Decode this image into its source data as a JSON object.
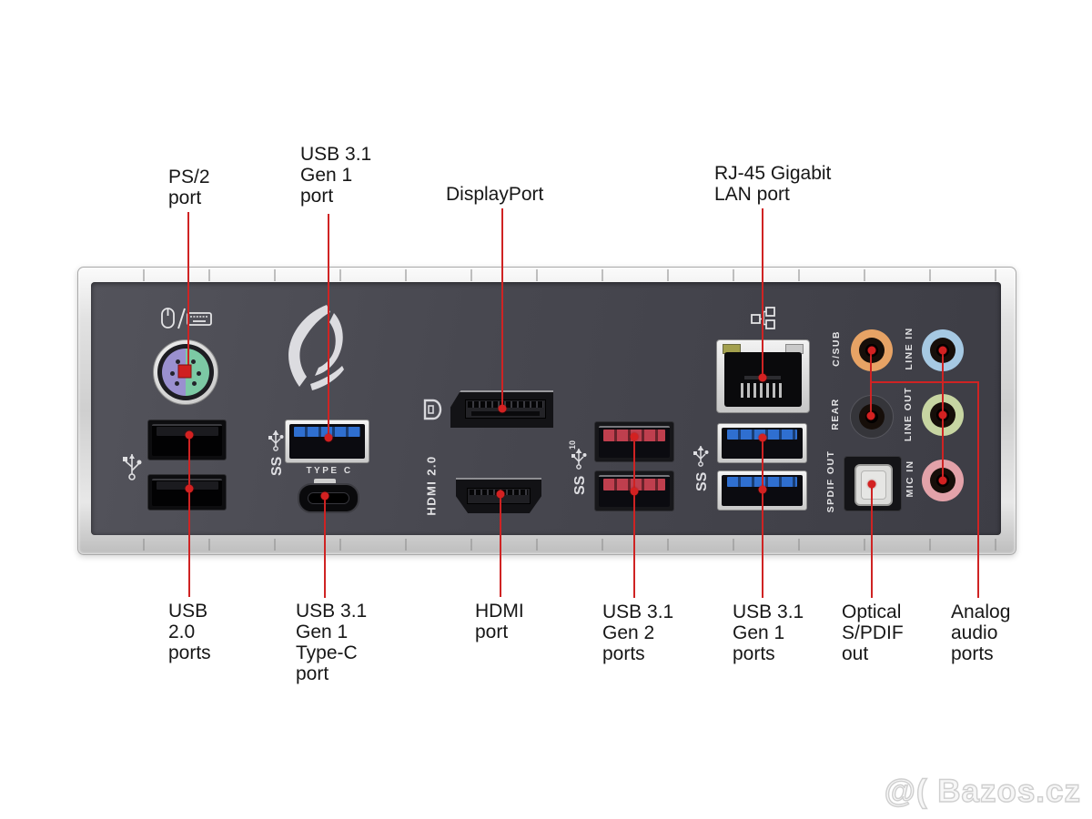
{
  "callouts": {
    "top": [
      {
        "text": "PS/2\nport"
      },
      {
        "text": "USB 3.1\nGen 1\nport"
      },
      {
        "text": "DisplayPort"
      },
      {
        "text": "RJ-45 Gigabit\nLAN port"
      }
    ],
    "bottom": [
      {
        "text": "USB\n2.0\nports"
      },
      {
        "text": "USB 3.1\nGen 1\nType-C\nport"
      },
      {
        "text": "HDMI\nport"
      },
      {
        "text": "USB 3.1\nGen 2\nports"
      },
      {
        "text": "USB 3.1\nGen 1\nports"
      },
      {
        "text": "Optical\nS/PDIF\nout"
      },
      {
        "text": "Analog\naudio\nports"
      }
    ]
  },
  "panel_labels": {
    "type_c": "TYPE C",
    "hdmi": "HDMI 2.0",
    "c_sub": "C/SUB",
    "line_in": "LINE IN",
    "rear": "REAR",
    "line_out": "LINE OUT",
    "mic_in": "MIC IN",
    "spdif_out": "SPDIF OUT"
  },
  "icons": {
    "mouse_keyboard": "mouse-keyboard-icon",
    "usb2": "usb-trident-icon",
    "superspeed": "superspeed-usb-icon",
    "superspeed_10": "superspeed-usb-10-icon",
    "superspeed_10_label": "10",
    "rog": "rog-logo",
    "displayport": "displayport-logo",
    "network": "network-lan-icon"
  },
  "colors": {
    "red_accent": "#cf2323",
    "panel_dark": "#46464d",
    "metal_silver": "#d9d9d9",
    "ps2_purple": "#9a90cf",
    "ps2_green": "#7cc9a4",
    "usb3_blue": "#2f6fd0",
    "usb31_gen2_red": "#bf3f4e",
    "audio_c_sub": "#e7a365",
    "audio_line_in": "#a6c9e3",
    "audio_rear": "#303034",
    "audio_line_out": "#c7d5a2",
    "audio_mic_in": "#e3a2a9"
  },
  "watermark": "@( Bazos.cz"
}
